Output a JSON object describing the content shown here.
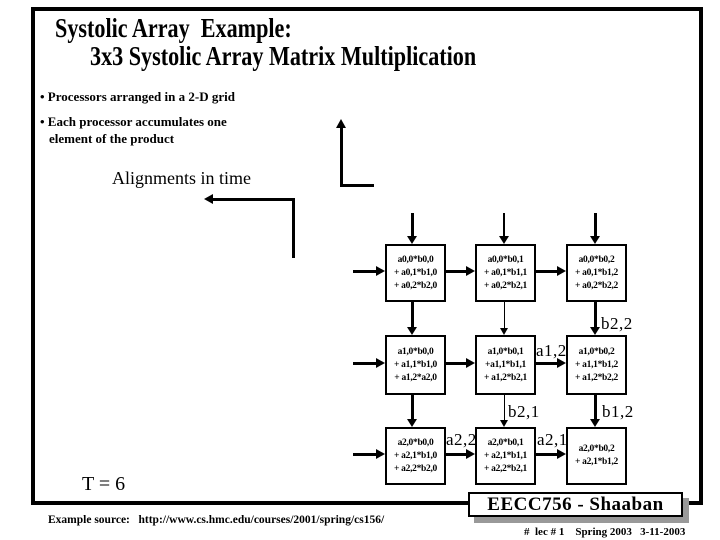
{
  "title": {
    "line1": "Systolic Array  Example:",
    "line2": "3x3 Systolic Array Matrix Multiplication"
  },
  "bullets": {
    "item1": "• Processors arranged in a 2-D grid",
    "item2_line1": "• Each processor accumulates one",
    "item2_line2": "element of the product"
  },
  "diagram": {
    "alignments_label": "Alignments in time",
    "boxes": [
      {
        "lines": [
          "a0,0*b0,0",
          "+ a0,1*b1,0",
          "+ a0,2*b2,0"
        ]
      },
      {
        "lines": [
          "a0,0*b0,1",
          "+ a0,1*b1,1",
          "+ a0,2*b2,1"
        ]
      },
      {
        "lines": [
          "a0,0*b0,2",
          "+ a0,1*b1,2",
          "+ a0,2*b2,2"
        ]
      },
      {
        "lines": [
          "a1,0*b0,0",
          "+ a1,1*b1,0",
          "+ a1,2*a2,0"
        ]
      },
      {
        "lines": [
          "a1,0*b0,1",
          "+a1,1*b1,1",
          "+ a1,2*b2,1"
        ]
      },
      {
        "lines": [
          "a1,0*b0,2",
          "+ a1,1*b1,2",
          "+ a1,2*b2,2"
        ]
      },
      {
        "lines": [
          "a2,0*b0,0",
          "+ a2,1*b1,0",
          "+ a2,2*b2,0"
        ]
      },
      {
        "lines": [
          "a2,0*b0,1",
          "+ a2,1*b1,1",
          "+ a2,2*b2,1"
        ]
      },
      {
        "lines": [
          "a2,0*b0,2",
          "+ a2,1*b1,2"
        ]
      }
    ],
    "labels": {
      "b2_2": "b2,2",
      "a1_2": "a1,2",
      "b2_1": "b2,1",
      "b1_2": "b1,2",
      "a2_2": "a2,2",
      "a2_1": "a2,1"
    }
  },
  "t_label": "T = 6",
  "source_label": "Example source:   http://www.cs.hmc.edu/courses/2001/spring/cs156/",
  "badge": {
    "title": "EECC756 - Shaaban",
    "footer": "#  lec # 1    Spring 2003   3-11-2003"
  },
  "colors": {
    "ink": "#000000",
    "paper": "#ffffff",
    "badge_shadow": "#999999"
  }
}
